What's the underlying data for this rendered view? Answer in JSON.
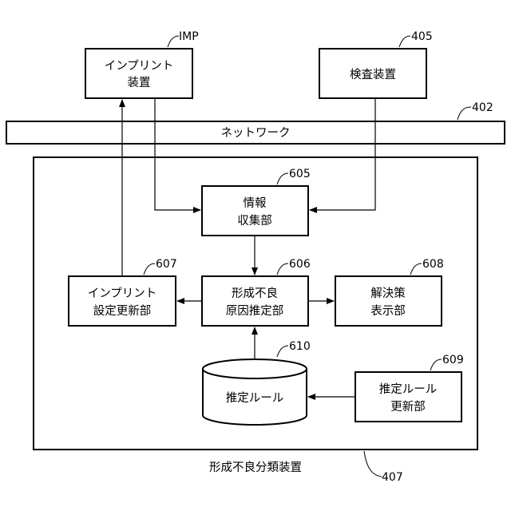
{
  "nodes": {
    "imp": {
      "line1": "インプリント",
      "line2": "装置",
      "ref": "IMP"
    },
    "inspection": {
      "label": "検査装置",
      "ref": "405"
    },
    "network": {
      "label": "ネットワーク",
      "ref": "402"
    },
    "classifier": {
      "label": "形成不良分類装置",
      "ref": "407"
    },
    "collector": {
      "line1": "情報",
      "line2": "収集部",
      "ref": "605"
    },
    "estimator": {
      "line1": "形成不良",
      "line2": "原因推定部",
      "ref": "606"
    },
    "imp_updater": {
      "line1": "インプリント",
      "line2": "設定更新部",
      "ref": "607"
    },
    "solution": {
      "line1": "解決策",
      "line2": "表示部",
      "ref": "608"
    },
    "rules_db": {
      "label": "推定ルール",
      "ref": "610"
    },
    "rule_updater": {
      "line1": "推定ルール",
      "line2": "更新部",
      "ref": "609"
    }
  }
}
